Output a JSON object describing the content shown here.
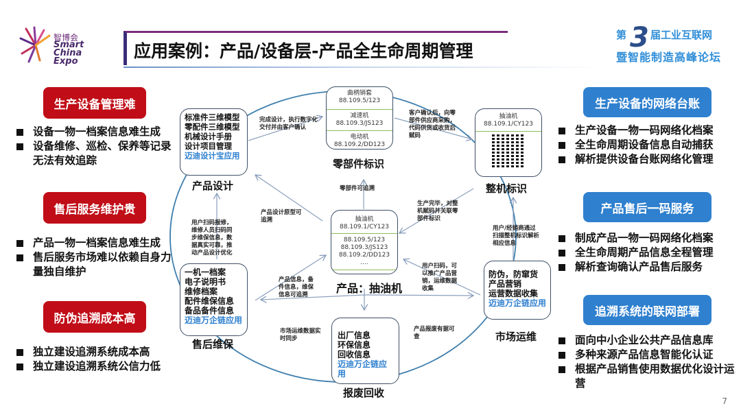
{
  "logo_left": {
    "cn": "智博会",
    "en1": "Smart China",
    "en2": "Expo"
  },
  "title": "应用案例：产品/设备层-产品全生命周期管理",
  "logo_right": {
    "line1": "届工业互联网",
    "num": "3",
    "pre": "第",
    "line2": "暨智能制造高峰论坛"
  },
  "left": [
    {
      "heading": "生产设备管理难",
      "bullets": [
        "设备一物一档案信息难生成",
        "设备维修、巡检、保养等记录无法有效追踪"
      ]
    },
    {
      "heading": "售后服务维护贵",
      "bullets": [
        "产品一物一档案信息难生成",
        "售后服务市场难以依赖自身力量独自维护"
      ]
    },
    {
      "heading": "防伪追溯成本高",
      "bullets": [
        "独立建设追溯系统成本高",
        "独立建设追溯系统公信力低"
      ]
    }
  ],
  "right": [
    {
      "heading": "生产设备的网络台账",
      "bullets": [
        "生产设备一物一码网络化档案",
        "全生命周期设备信息自动捕获",
        "解析提供设备台账网络化管理"
      ]
    },
    {
      "heading": "产品售后一码服务",
      "bullets": [
        "制成产品一物一码网络化档案",
        "全生命周期产品信息全程管理",
        "解析查询确认产品售后服务"
      ]
    },
    {
      "heading": "追溯系统的联网部署",
      "bullets": [
        "面向中小企业公共产品信息库",
        "多种来源产品信息智能化认证",
        "根据产品销售使用数据优化设计运营"
      ]
    }
  ],
  "diagram": {
    "design": {
      "label": "产品设计",
      "lines": [
        "标准件三维模型",
        "零配件三维模型",
        "机械设计手册",
        "设计项目管理"
      ],
      "app": "迈迪设计宝应用"
    },
    "parts": {
      "label": "零部件标识",
      "cells": [
        "曲柄销套 88.109.5/123",
        "减速机",
        "88.109.3/JS123",
        "电动机",
        "88.109.2/DD123"
      ]
    },
    "machine": {
      "label": "整机标识",
      "name": "抽油机",
      "code": "88.109.1/CY123"
    },
    "product": {
      "label": "产品：抽油机",
      "name": "抽油机",
      "code": "88.109.1/CY123",
      "codes": [
        "88.109.5/123",
        "88.109.3/JS123",
        "88.109.2/DD123",
        "...."
      ]
    },
    "aftersales": {
      "label": "售后维保",
      "lines": [
        "一机一档案",
        "电子说明书",
        "维修档案",
        "配件维保信息",
        "备品备件信息"
      ],
      "app": "迈迪万企链应用"
    },
    "market": {
      "label": "市场运维",
      "lines": [
        "防伪，防窜货",
        "产品营销",
        "运营数据收集"
      ],
      "app": "迈迪万企链应用"
    },
    "recycle": {
      "label": "报废回收",
      "lines": [
        "出厂信息",
        "环保信息",
        "回收信息"
      ],
      "app": "迈迪万企链应用"
    },
    "annotations": {
      "a1": "完成设计，执行数字化交付并由客户确认",
      "a2": "客户确认后，向零部件供应商采购，代码供货或收货后赋码",
      "a3": "零部件可追溯",
      "a4": "产品设计原型可追溯",
      "a5": "生产完毕，对整机赋码并关联零部件标识",
      "a6": "用户扫码报修，维修人员扫码同步维保信息，数据真实可靠，推动产品设计优化",
      "a7": "用户/经销商通过扫描整机标识解析相应信息",
      "a8": "产品信息，备件信息，维保信息可追溯",
      "a9": "用户扫码，可以推广产品营销，运维数据收集",
      "a10": "市场运维数据实时同步",
      "a11": "产品报废有据可查"
    }
  },
  "page_number": "7"
}
